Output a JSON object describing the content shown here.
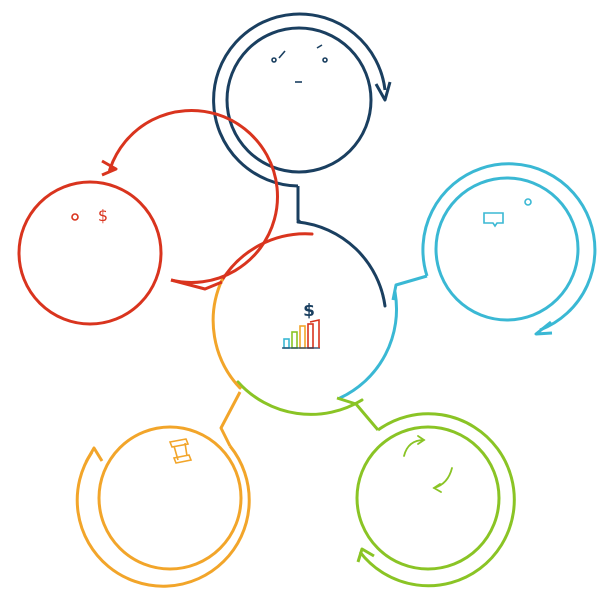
{
  "colors": {
    "navy": "#1a3f60",
    "cyan": "#3ab8d4",
    "green": "#8ac425",
    "orange": "#f2a52a",
    "red": "#d9341e",
    "background": "#ffffff"
  },
  "hub": {
    "symbol": "$",
    "icon": "bar-chart-icon"
  },
  "nodes": [
    {
      "id": "top",
      "color": "navy",
      "icon": "smiley-face-icon",
      "label": ""
    },
    {
      "id": "right",
      "color": "cyan",
      "icon": "chat-bubble-icon",
      "label": ""
    },
    {
      "id": "bottom-right",
      "color": "green",
      "icon": "refresh-arrows-icon",
      "label": ""
    },
    {
      "id": "bottom-left",
      "color": "orange",
      "icon": "scroll-icon",
      "label": ""
    },
    {
      "id": "left",
      "color": "red",
      "icon": "coin-dollar-icon",
      "label": "$"
    }
  ]
}
